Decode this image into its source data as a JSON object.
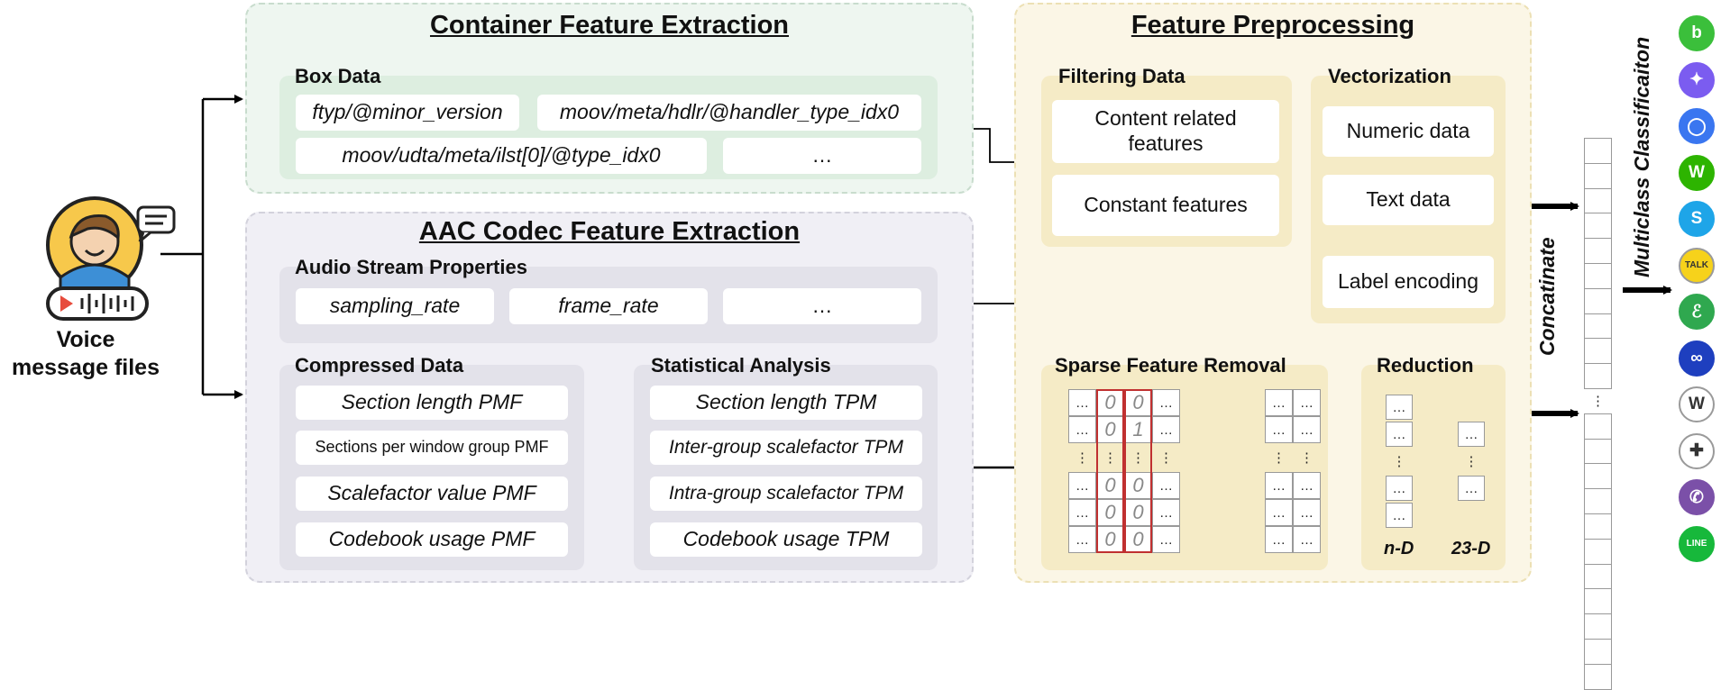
{
  "input": {
    "label_line1": "Voice",
    "label_line2": "message files"
  },
  "container": {
    "title": "Container Feature Extraction",
    "box_data": {
      "heading": "Box Data",
      "cells": [
        "ftyp/@minor_version",
        "moov/meta/hdlr/@handler_type_idx0",
        "moov/udta/meta/ilst[0]/@type_idx0",
        "…"
      ]
    }
  },
  "aac": {
    "title": "AAC Codec Feature Extraction",
    "audio_stream": {
      "heading": "Audio Stream Properties",
      "cells": [
        "sampling_rate",
        "frame_rate",
        "…"
      ]
    },
    "compressed": {
      "heading": "Compressed Data",
      "cells": [
        "Section length PMF",
        "Sections per window group PMF",
        "Scalefactor value PMF",
        "Codebook usage PMF"
      ]
    },
    "statistical": {
      "heading": "Statistical Analysis",
      "cells": [
        "Section length TPM",
        "Inter-group scalefactor TPM",
        "Intra-group scalefactor TPM",
        "Codebook usage TPM"
      ]
    }
  },
  "preprocessing": {
    "title": "Feature Preprocessing",
    "filtering": {
      "heading": "Filtering Data",
      "cells": [
        "Content related",
        "features",
        "Constant features"
      ]
    },
    "vectorization": {
      "heading": "Vectorization",
      "cells": [
        "Numeric data",
        "Text data",
        "Label encoding"
      ]
    },
    "sparse": {
      "heading": "Sparse Feature Removal",
      "ellipsis": "…",
      "vdots": "⋮",
      "matrix": [
        [
          "…",
          "0",
          "0",
          "…"
        ],
        [
          "…",
          "0",
          "1",
          "…"
        ],
        [
          "⋮",
          "⋮",
          "⋮",
          "⋮"
        ],
        [
          "…",
          "0",
          "0",
          "…"
        ],
        [
          "…",
          "0",
          "0",
          "…"
        ],
        [
          "…",
          "0",
          "0",
          "…"
        ]
      ]
    },
    "reduction": {
      "heading": "Reduction",
      "label_n": "n-D",
      "label_23": "23-D"
    }
  },
  "concat": {
    "label": "Concatinate",
    "ellipsis": "⋮"
  },
  "output": {
    "label": "Multiclass Classificaiton"
  },
  "app_icons": [
    {
      "name": "band-icon",
      "color": "#3bbf3b",
      "glyph": "b"
    },
    {
      "name": "messenger-icon",
      "color": "#7b5cf0",
      "glyph": "✦"
    },
    {
      "name": "signal-icon",
      "color": "#3a76f0",
      "glyph": "◯"
    },
    {
      "name": "naver-icon",
      "color": "#2db400",
      "glyph": "W"
    },
    {
      "name": "skype-icon",
      "color": "#1ea5e8",
      "glyph": "S"
    },
    {
      "name": "kakaotalk-icon",
      "color": "#f6d21b",
      "glyph": "TALK"
    },
    {
      "name": "wire-icon",
      "color": "#2fa84f",
      "glyph": "ℰ"
    },
    {
      "name": "webex-icon",
      "color": "#1e3fbf",
      "glyph": "∞"
    },
    {
      "name": "wechat-work-icon",
      "color": "#ffffff",
      "glyph": "W"
    },
    {
      "name": "slack-icon",
      "color": "#ffffff",
      "glyph": "✚"
    },
    {
      "name": "viber-icon",
      "color": "#7b50a8",
      "glyph": "✆"
    },
    {
      "name": "line-icon",
      "color": "#17b83b",
      "glyph": "LINE"
    }
  ]
}
